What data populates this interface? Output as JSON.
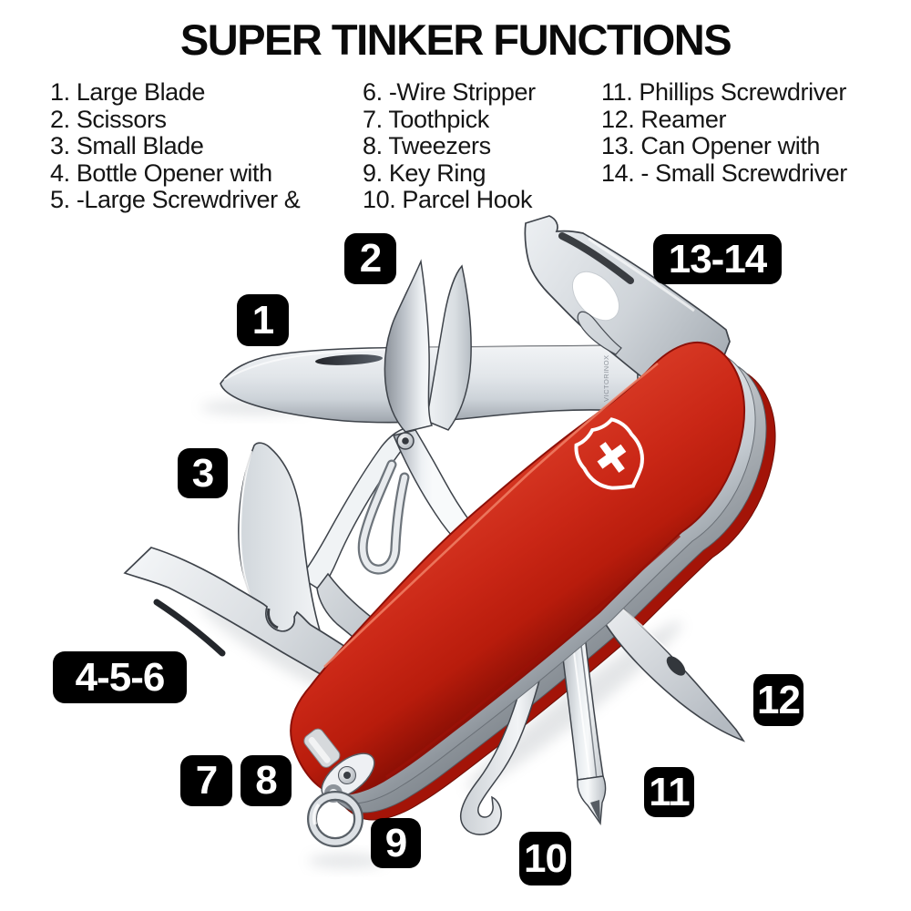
{
  "title": "SUPER TINKER FUNCTIONS",
  "functions": {
    "col1": [
      "1. Large Blade",
      "2. Scissors",
      "3. Small Blade",
      "4. Bottle Opener with",
      "5. -Large Screwdriver &"
    ],
    "col2": [
      "6. -Wire Stripper",
      "7. Toothpick",
      "8. Tweezers",
      "9. Key Ring",
      "10. Parcel Hook"
    ],
    "col3": [
      "11. Phillips Screwdriver",
      "12. Reamer",
      "13. Can Opener with",
      "14. - Small Screwdriver"
    ]
  },
  "callouts": {
    "large_blade": "1",
    "scissors": "2",
    "small_blade": "3",
    "opener_group": "4-5-6",
    "toothpick": "7",
    "tweezers": "8",
    "key_ring": "9",
    "parcel_hook": "10",
    "phillips": "11",
    "reamer": "12",
    "can_opener_group": "13-14"
  },
  "knife": {
    "brand_mark": "victorinox-shield",
    "blade_stamp": "VICTORINOX",
    "colors": {
      "handle_red": "#ca2716",
      "handle_red_dark": "#8e1005",
      "handle_highlight": "#f08066",
      "metal_light": "#f4f6f8",
      "metal_dark": "#83898f",
      "label_bg": "#000000",
      "label_text": "#ffffff",
      "text": "#151515"
    }
  }
}
